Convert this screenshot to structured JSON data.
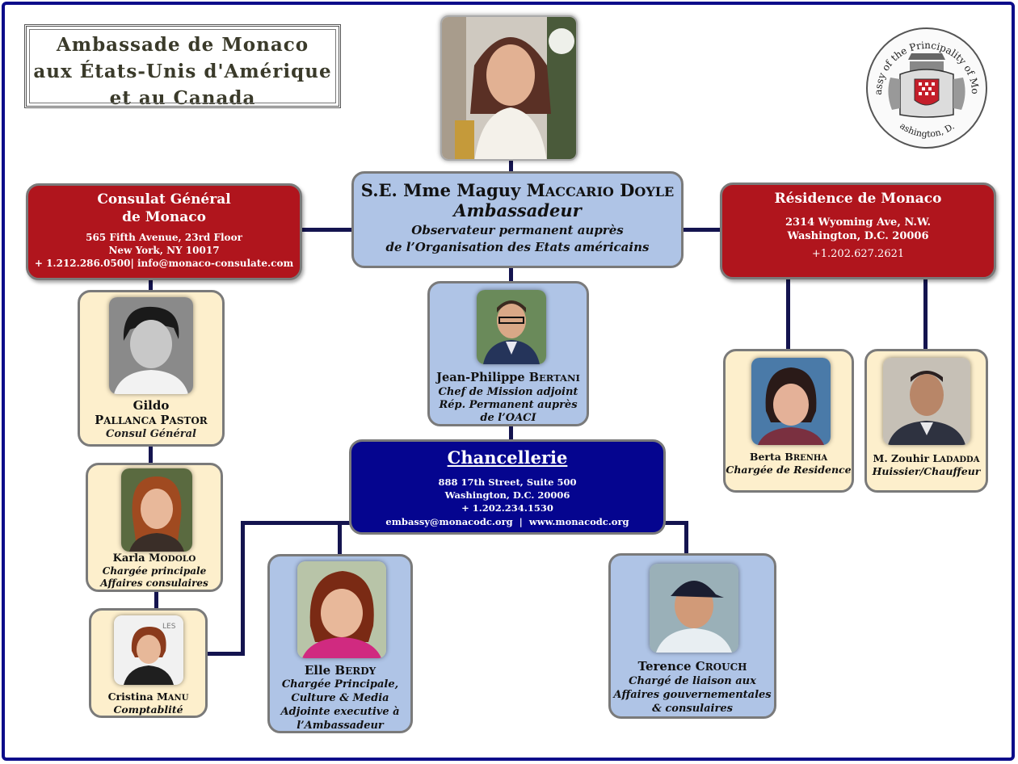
{
  "embassy": {
    "title_lines": [
      "Ambassade de Monaco",
      "aux États-Unis d'Amérique",
      "et au Canada"
    ],
    "seal_text_top": "Embassy of the Principality of Monaco",
    "seal_text_bottom": "Washington, D.C."
  },
  "ambassador": {
    "name_prefix": "S.E. Mme Maguy M",
    "name_caps": "ACCARIO",
    "name_d": "D",
    "name_oyle": "OYLE",
    "role": "Ambassadeur",
    "desc1": "Observateur permanent auprès",
    "desc2": "de l’Organisation des Etats américains"
  },
  "consulate": {
    "title1": "Consulat Général",
    "title2": "de Monaco",
    "addr1": "565 Fifth Avenue, 23rd Floor",
    "addr2": "New York, NY 10017",
    "contact": "+ 1.212.286.0500| info@monaco-consulate.com"
  },
  "residence": {
    "title": "Résidence de Monaco",
    "addr1": "2314 Wyoming Ave, N.W.",
    "addr2": "Washington, D.C. 20006",
    "phone": "+1.202.627.2621"
  },
  "chancellerie": {
    "title": "Chancellerie",
    "addr1": "888 17th Street, Suite 500",
    "addr2": "Washington, D.C. 20006",
    "phone": "+ 1.202.234.1530",
    "contact": "embassy@monacodc.org  |  www.monacodc.org"
  },
  "people": {
    "bertani": {
      "first": "Jean-Philippe B",
      "last": "ERTANI",
      "role1": "Chef de Mission adjoint",
      "role2": "Rép. Permanent auprès",
      "role3": "de l’OACI"
    },
    "gildo": {
      "first": "Gildo",
      "last_p": "P",
      "last_allanca": "ALLANCA",
      "last_p2": "P",
      "last_astor": "ASTOR",
      "role": "Consul Général"
    },
    "karla": {
      "first": "Karla M",
      "last": "ODOLO",
      "role1": "Chargée principale",
      "role2": "Affaires consulaires"
    },
    "cristina": {
      "first": "Cristina M",
      "last": "ANU",
      "role": "Comptablité"
    },
    "elle": {
      "first": "Elle B",
      "last": "ERDY",
      "role1": "Chargée Principale,",
      "role2": "Culture & Media",
      "role3": "Adjointe executive à",
      "role4": "l’Ambassadeur"
    },
    "terence": {
      "first": "Terence C",
      "last": "ROUCH",
      "role1": "Chargé de liaison aux",
      "role2": "Affaires gouvernementales",
      "role3": "& consulaires"
    },
    "berta": {
      "first": "Berta B",
      "last": "RENHA",
      "role": "Chargée de Residence"
    },
    "zouhir": {
      "first": "M. Zouhir L",
      "last": "ADADDA",
      "role": "Huissier/Chauffeur"
    }
  },
  "colors": {
    "frame": "#0c0c8a",
    "red_box": "#b0151d",
    "blue_box": "#afc4e6",
    "cream_box": "#fdefcc",
    "navy_box": "#05058f"
  }
}
